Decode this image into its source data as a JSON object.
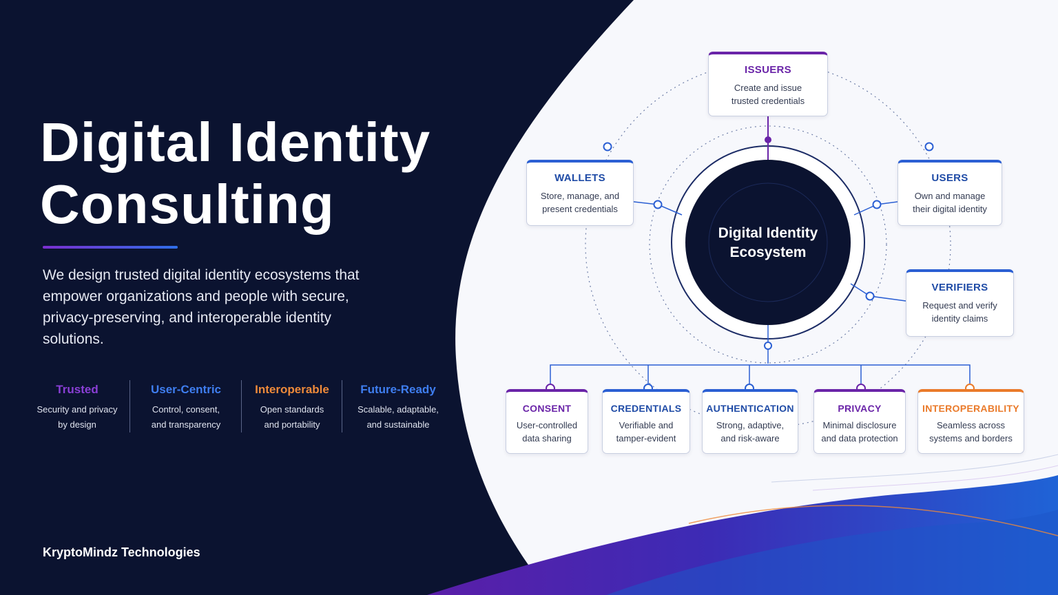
{
  "colors": {
    "navy": "#0b1330",
    "purple": "#6a24a8",
    "blue": "#2b5fd3",
    "orange": "#ea7a2a",
    "dark_blue_text": "#1f4ba6"
  },
  "hero": {
    "title_line1": "Digital Identity",
    "title_line2": "Consulting",
    "description": "We design trusted digital identity ecosystems that empower organizations and people with secure, privacy-preserving, and interoperable identity solutions."
  },
  "pillars": [
    {
      "title": "Trusted",
      "desc": "Security and privacy\nby design",
      "color": "#8a3fd6"
    },
    {
      "title": "User-Centric",
      "desc": "Control, consent,\nand transparency",
      "color": "#3f7ef0"
    },
    {
      "title": "Interoperable",
      "desc": "Open standards\nand portability",
      "color": "#ee8a3a"
    },
    {
      "title": "Future-Ready",
      "desc": "Scalable, adaptable,\nand sustainable",
      "color": "#3f7ef0"
    }
  ],
  "brand": "KryptoMindz Technologies",
  "hub": {
    "line1": "Digital Identity",
    "line2": "Ecosystem"
  },
  "nodes": {
    "issuers": {
      "title": "ISSUERS",
      "desc": "Create and issue\ntrusted credentials",
      "color": "#6a24a8"
    },
    "wallets": {
      "title": "WALLETS",
      "desc": "Store, manage, and\npresent credentials",
      "color": "#1f4ba6"
    },
    "users": {
      "title": "USERS",
      "desc": "Own and manage\ntheir digital identity",
      "color": "#1f4ba6"
    },
    "verifiers": {
      "title": "VERIFIERS",
      "desc": "Request and verify\nidentity claims",
      "color": "#1f4ba6"
    }
  },
  "pillars_bottom": [
    {
      "title": "CONSENT",
      "desc": "User-controlled\ndata sharing",
      "color": "#6a24a8"
    },
    {
      "title": "CREDENTIALS",
      "desc": "Verifiable and\ntamper-evident",
      "color": "#1f4ba6"
    },
    {
      "title": "AUTHENTICATION",
      "desc": "Strong, adaptive,\nand risk-aware",
      "color": "#1f4ba6"
    },
    {
      "title": "PRIVACY",
      "desc": "Minimal disclosure\nand data protection",
      "color": "#6a24a8"
    },
    {
      "title": "INTEROPERABILITY",
      "desc": "Seamless across\nsystems and borders",
      "color": "#ea7a2a"
    }
  ]
}
